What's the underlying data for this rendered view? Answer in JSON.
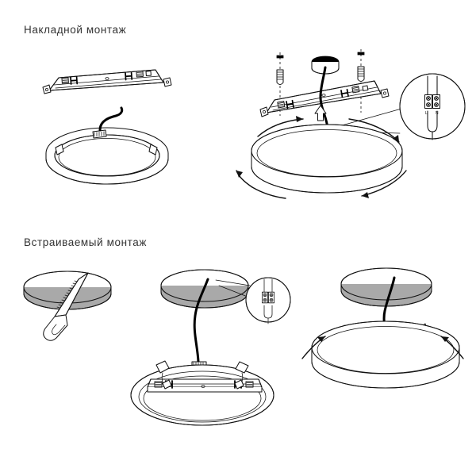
{
  "document": {
    "type": "installation-diagram",
    "background_color": "#ffffff",
    "line_color": "#111111",
    "shade_color": "#a9a9a9",
    "text_color": "#333333"
  },
  "sections": [
    {
      "id": "surface",
      "title": "Накладной монтаж",
      "steps": [
        {
          "id": "surface-step-1",
          "parts": [
            "mounting-bar",
            "luminaire-ring",
            "power-cable",
            "cable-connector"
          ]
        },
        {
          "id": "surface-step-2",
          "parts": [
            "mounting-bar-fixed",
            "ceiling-screws",
            "anchors",
            "ceiling-cable-outlet",
            "luminaire-body",
            "rotation-arrows",
            "push-up-arrow",
            "terminal-detail"
          ]
        }
      ]
    },
    {
      "id": "recessed",
      "title": "Встраиваемый монтаж",
      "steps": [
        {
          "id": "recessed-step-1",
          "parts": [
            "ceiling-cutout-disk",
            "hand-saw"
          ]
        },
        {
          "id": "recessed-step-2",
          "parts": [
            "ceiling-cutout-disk",
            "power-cable",
            "luminaire-ring",
            "mounting-bar",
            "spring-clips",
            "terminal-detail"
          ]
        },
        {
          "id": "recessed-step-3",
          "parts": [
            "ceiling-cutout-disk",
            "power-cable",
            "luminaire-body",
            "spring-clips",
            "insert-arrows"
          ]
        }
      ]
    }
  ],
  "terminal_block": {
    "labels": [
      "L",
      "N"
    ],
    "screw_count": 4,
    "wire_count": 2
  },
  "annotations": {
    "rotation_arrow_count": 4,
    "push_arrow_direction": "up",
    "insert_arrow_count": 2,
    "screw_count": 2
  }
}
